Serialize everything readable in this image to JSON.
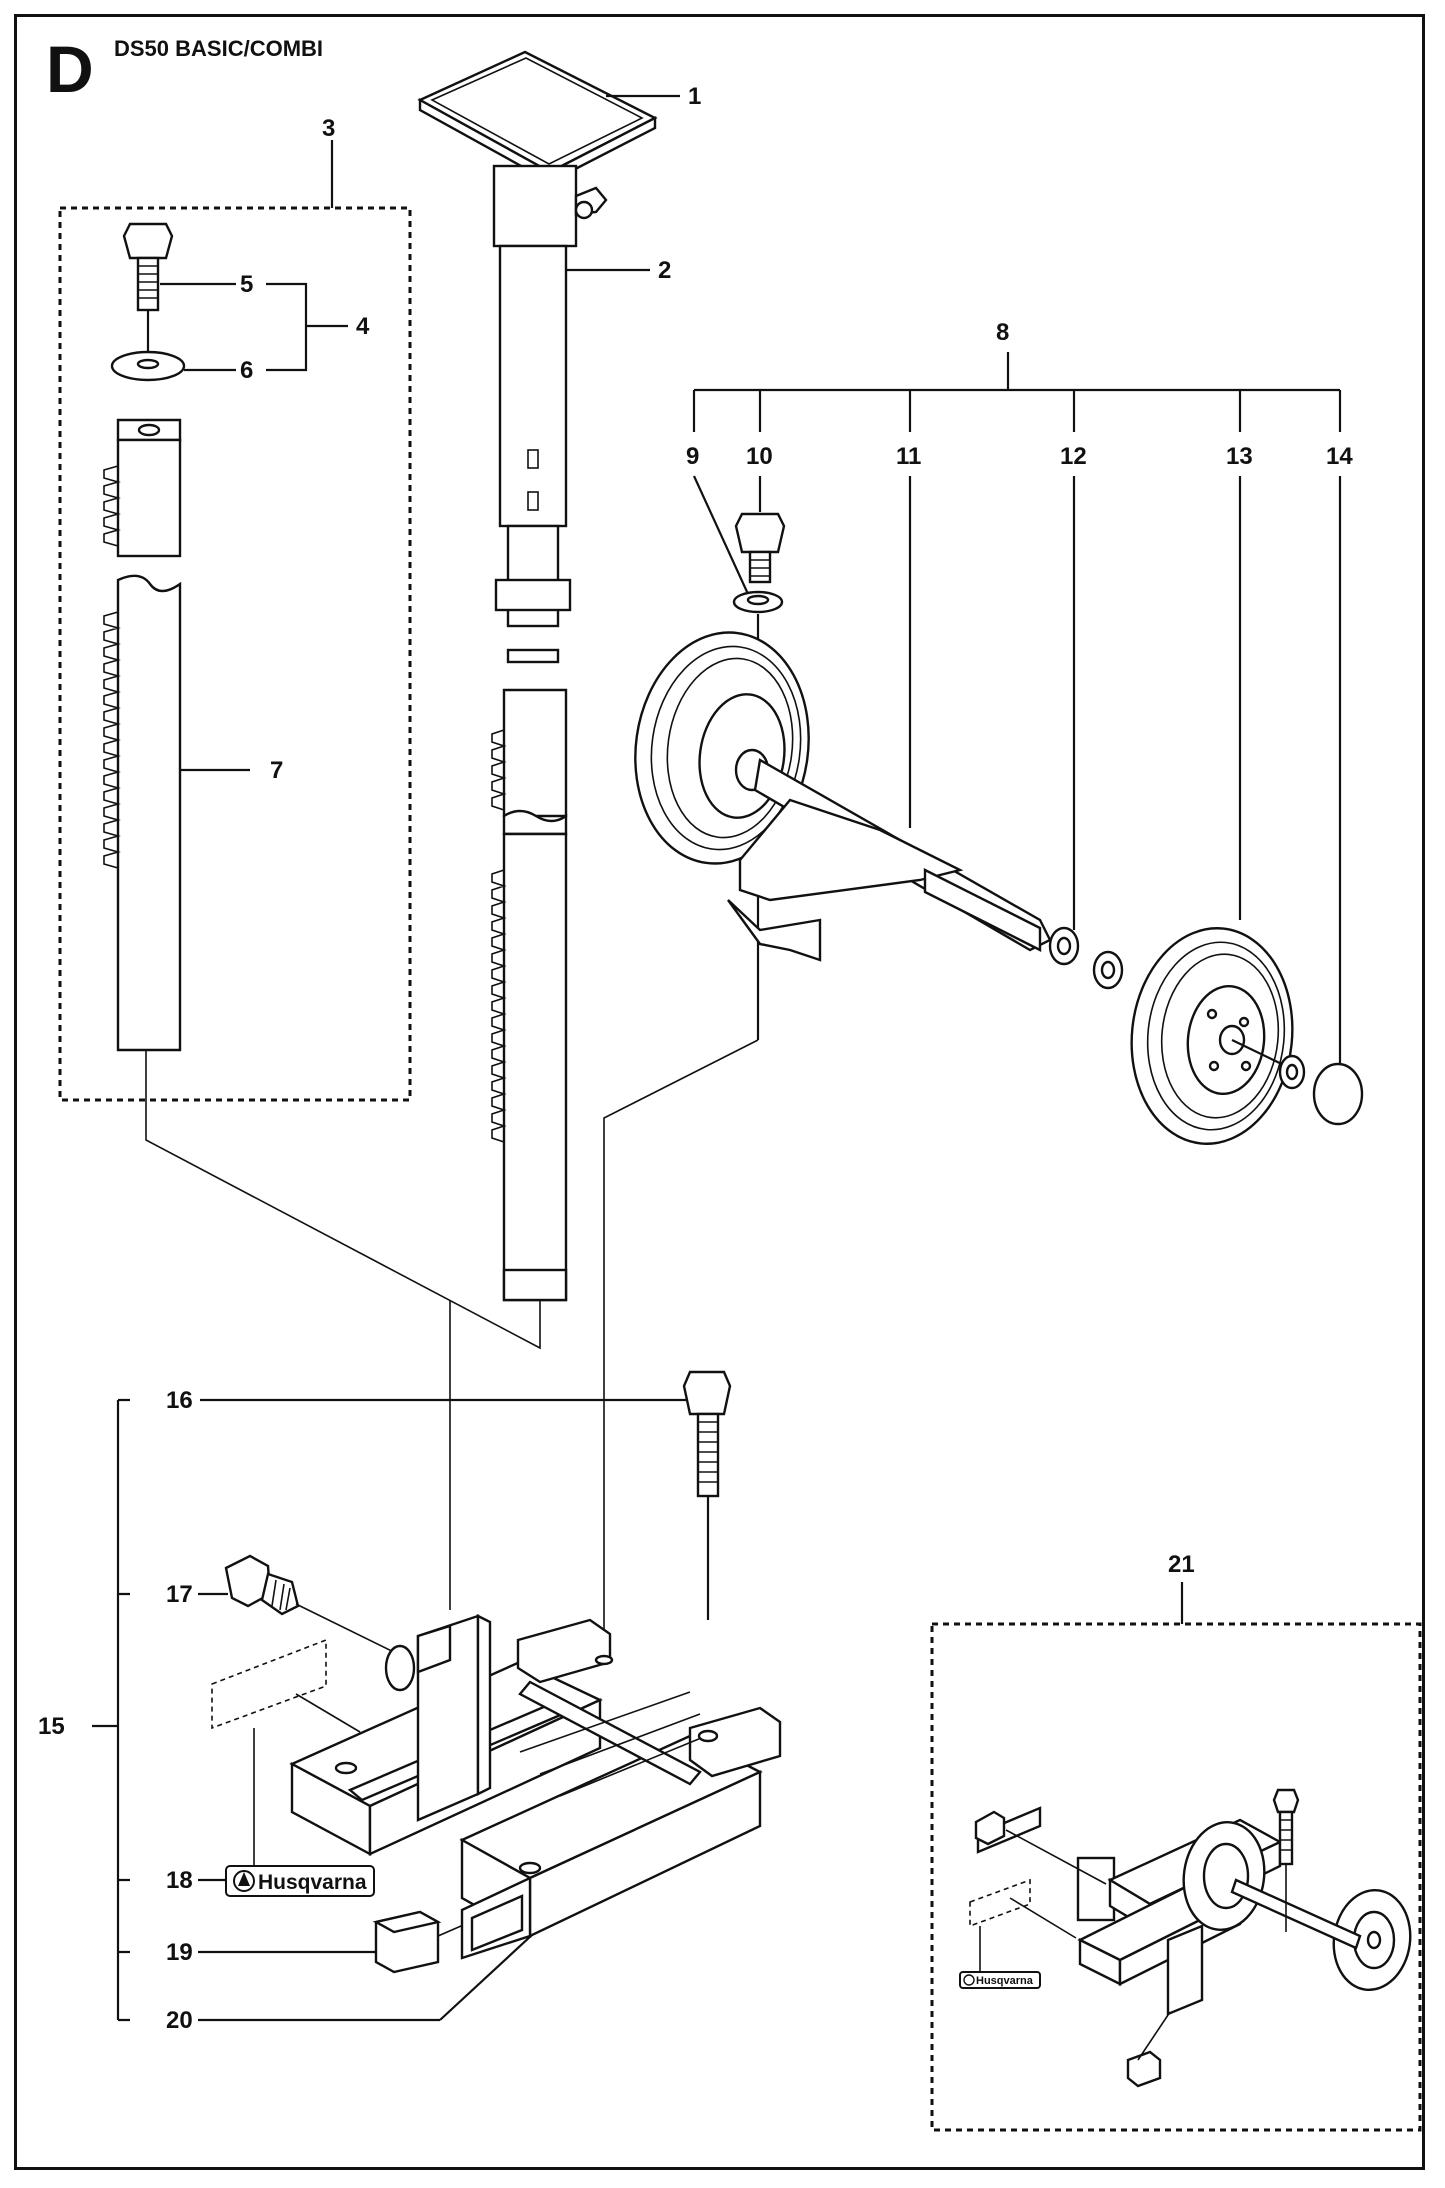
{
  "header": {
    "section_letter": "D",
    "model": "DS50 BASIC/COMBI"
  },
  "callouts": {
    "c1": "1",
    "c2": "2",
    "c3": "3",
    "c4": "4",
    "c5": "5",
    "c6": "6",
    "c7": "7",
    "c8": "8",
    "c9": "9",
    "c10": "10",
    "c11": "11",
    "c12": "12",
    "c13": "13",
    "c14": "14",
    "c15": "15",
    "c16": "16",
    "c17": "17",
    "c18": "18",
    "c19": "19",
    "c20": "20",
    "c21": "21"
  },
  "decal": {
    "brand": "Husqvarna",
    "brand_small": "Husqvarna"
  }
}
